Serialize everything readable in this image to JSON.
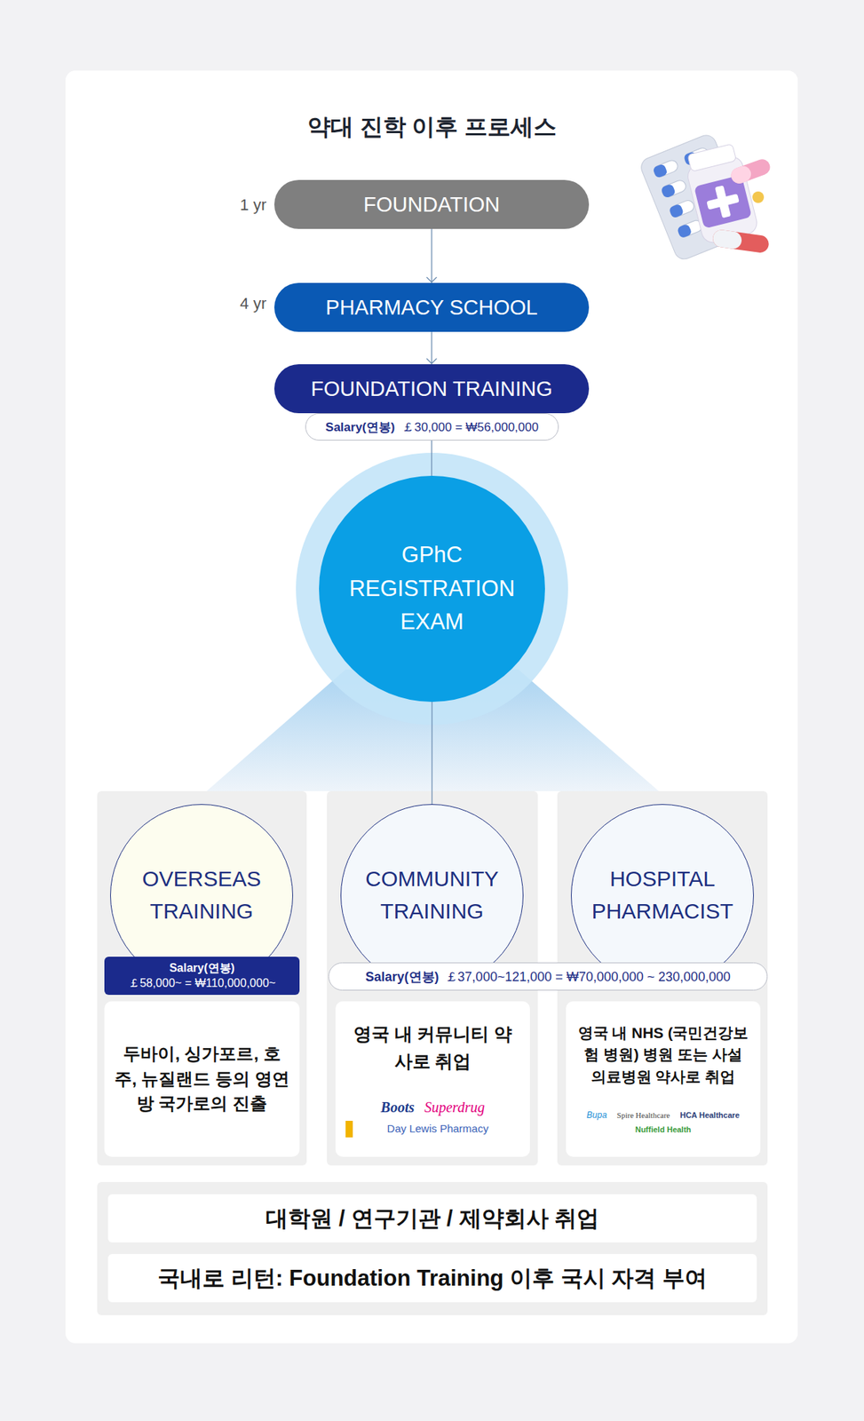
{
  "diagram": {
    "title": "약대 진학 이후 프로세스",
    "nodes": [
      {
        "text": [
          "FOUNDATION"
        ]
      },
      {
        "text": [
          "PHARMACY SCHOOL"
        ]
      },
      {
        "text": [
          "FOUNDATION TRAINING"
        ]
      },
      {
        "text": [
          "Salary(연봉)",
          "￡30,000 = ₩56,000,000"
        ]
      },
      {
        "text": [
          "GPhC REGISTRATION EXAM"
        ]
      },
      {
        "text": [
          "OVERSEAS TRAINING"
        ]
      },
      {
        "text": [
          "Salary(연봉)",
          "￡58,000~ = ₩110,000,000~"
        ]
      },
      {
        "text": [
          "두바이, 싱가포르, 호주, 뉴질랜드 등의 영연방 국가로의 진출"
        ]
      },
      {
        "text": [
          "COMMUNITY TRAINING"
        ]
      },
      {
        "text": [
          "HOSPITAL PHARMACIST"
        ]
      },
      {
        "text": [
          "Salary(연봉)",
          "￡37,000~121,000 = ₩70,000,000 ~ 230,000,000"
        ]
      },
      {
        "text": [
          "영국 내 커뮤니티 약사로 취업",
          "Boots",
          "Superdrug",
          "Day Lewis Pharmacy"
        ]
      },
      {
        "text": [
          "영국 내 NHS (국민건강보험 병원) 병원 또는 사설 의료병원 약사로 취업",
          "Bupa",
          "Spire Healthcare",
          "HCA Healthcare",
          "Nuffield Health"
        ]
      },
      {
        "text": [
          "대학원 / 연구기관 / 제약회사 취업"
        ]
      },
      {
        "text": [
          "국내로 리턴: Foundation Training 이후 국시 자격 부여"
        ]
      }
    ],
    "edges": [
      {
        "from": 0,
        "to": 1,
        "arrow": "to"
      },
      {
        "from": 1,
        "to": 2,
        "arrow": "to"
      },
      {
        "from": 2,
        "to": 4,
        "arrow": "none"
      },
      {
        "from": 4,
        "to": 8,
        "arrow": "none"
      }
    ],
    "labels": [
      "1 yr",
      "4 yr"
    ]
  }
}
